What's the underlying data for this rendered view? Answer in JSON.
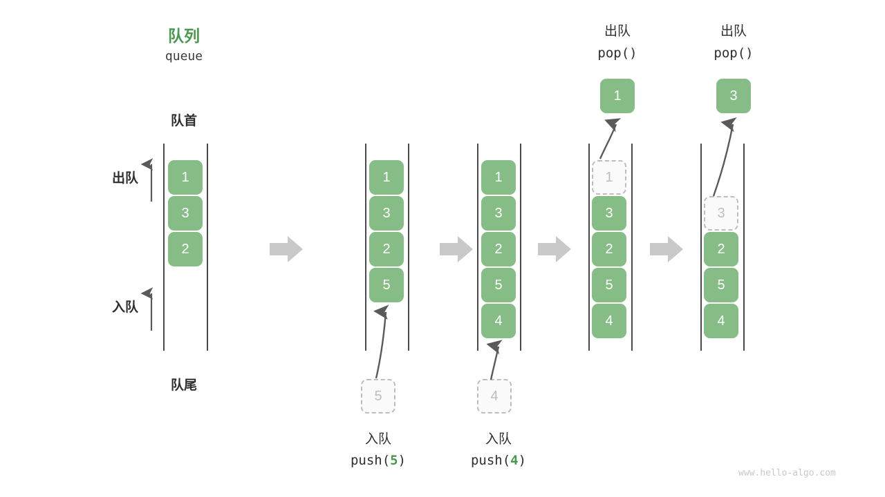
{
  "diagram": {
    "title_cn": "队列",
    "title_en": "queue",
    "head_label": "队首",
    "tail_label": "队尾",
    "dequeue_side_label": "出队",
    "enqueue_side_label": "入队",
    "watermark": "www.hello-algo.com",
    "colors": {
      "cell_fill": "#86bc86",
      "cell_text": "#ffffff",
      "accent_green": "#479a4b",
      "ghost_border": "#bdbdbd",
      "ghost_text": "#bdbdbd",
      "rail": "#4a4a4a",
      "arrow": "#5a5a5a",
      "step_arrow": "#c9c9c9",
      "watermark": "#c8c8c8"
    }
  },
  "steps": [
    {
      "id": "initial",
      "caption_cn": "",
      "caption_code": "",
      "cells": [
        "1",
        "3",
        "2"
      ],
      "ghost_index": -1,
      "floating_value": "",
      "floating_kind": "none"
    },
    {
      "id": "push-5",
      "caption_cn": "入队",
      "caption_code_prefix": "push(",
      "caption_code_value": "5",
      "caption_code_suffix": ")",
      "cells": [
        "1",
        "3",
        "2",
        "5"
      ],
      "ghost_index": -1,
      "floating_value": "5",
      "floating_kind": "pending-push"
    },
    {
      "id": "push-4",
      "caption_cn": "入队",
      "caption_code_prefix": "push(",
      "caption_code_value": "4",
      "caption_code_suffix": ")",
      "cells": [
        "1",
        "3",
        "2",
        "5",
        "4"
      ],
      "ghost_index": -1,
      "floating_value": "4",
      "floating_kind": "pending-push"
    },
    {
      "id": "pop-1",
      "caption_cn": "出队",
      "caption_code_prefix": "pop(",
      "caption_code_value": "",
      "caption_code_suffix": ")",
      "cells": [
        "1",
        "3",
        "2",
        "5",
        "4"
      ],
      "ghost_index": 0,
      "floating_value": "1",
      "floating_kind": "popped"
    },
    {
      "id": "pop-3",
      "caption_cn": "出队",
      "caption_code_prefix": "pop(",
      "caption_code_value": "",
      "caption_code_suffix": ")",
      "cells": [
        "3",
        "2",
        "5",
        "4"
      ],
      "ghost_index": 0,
      "floating_value": "3",
      "floating_kind": "popped"
    }
  ]
}
